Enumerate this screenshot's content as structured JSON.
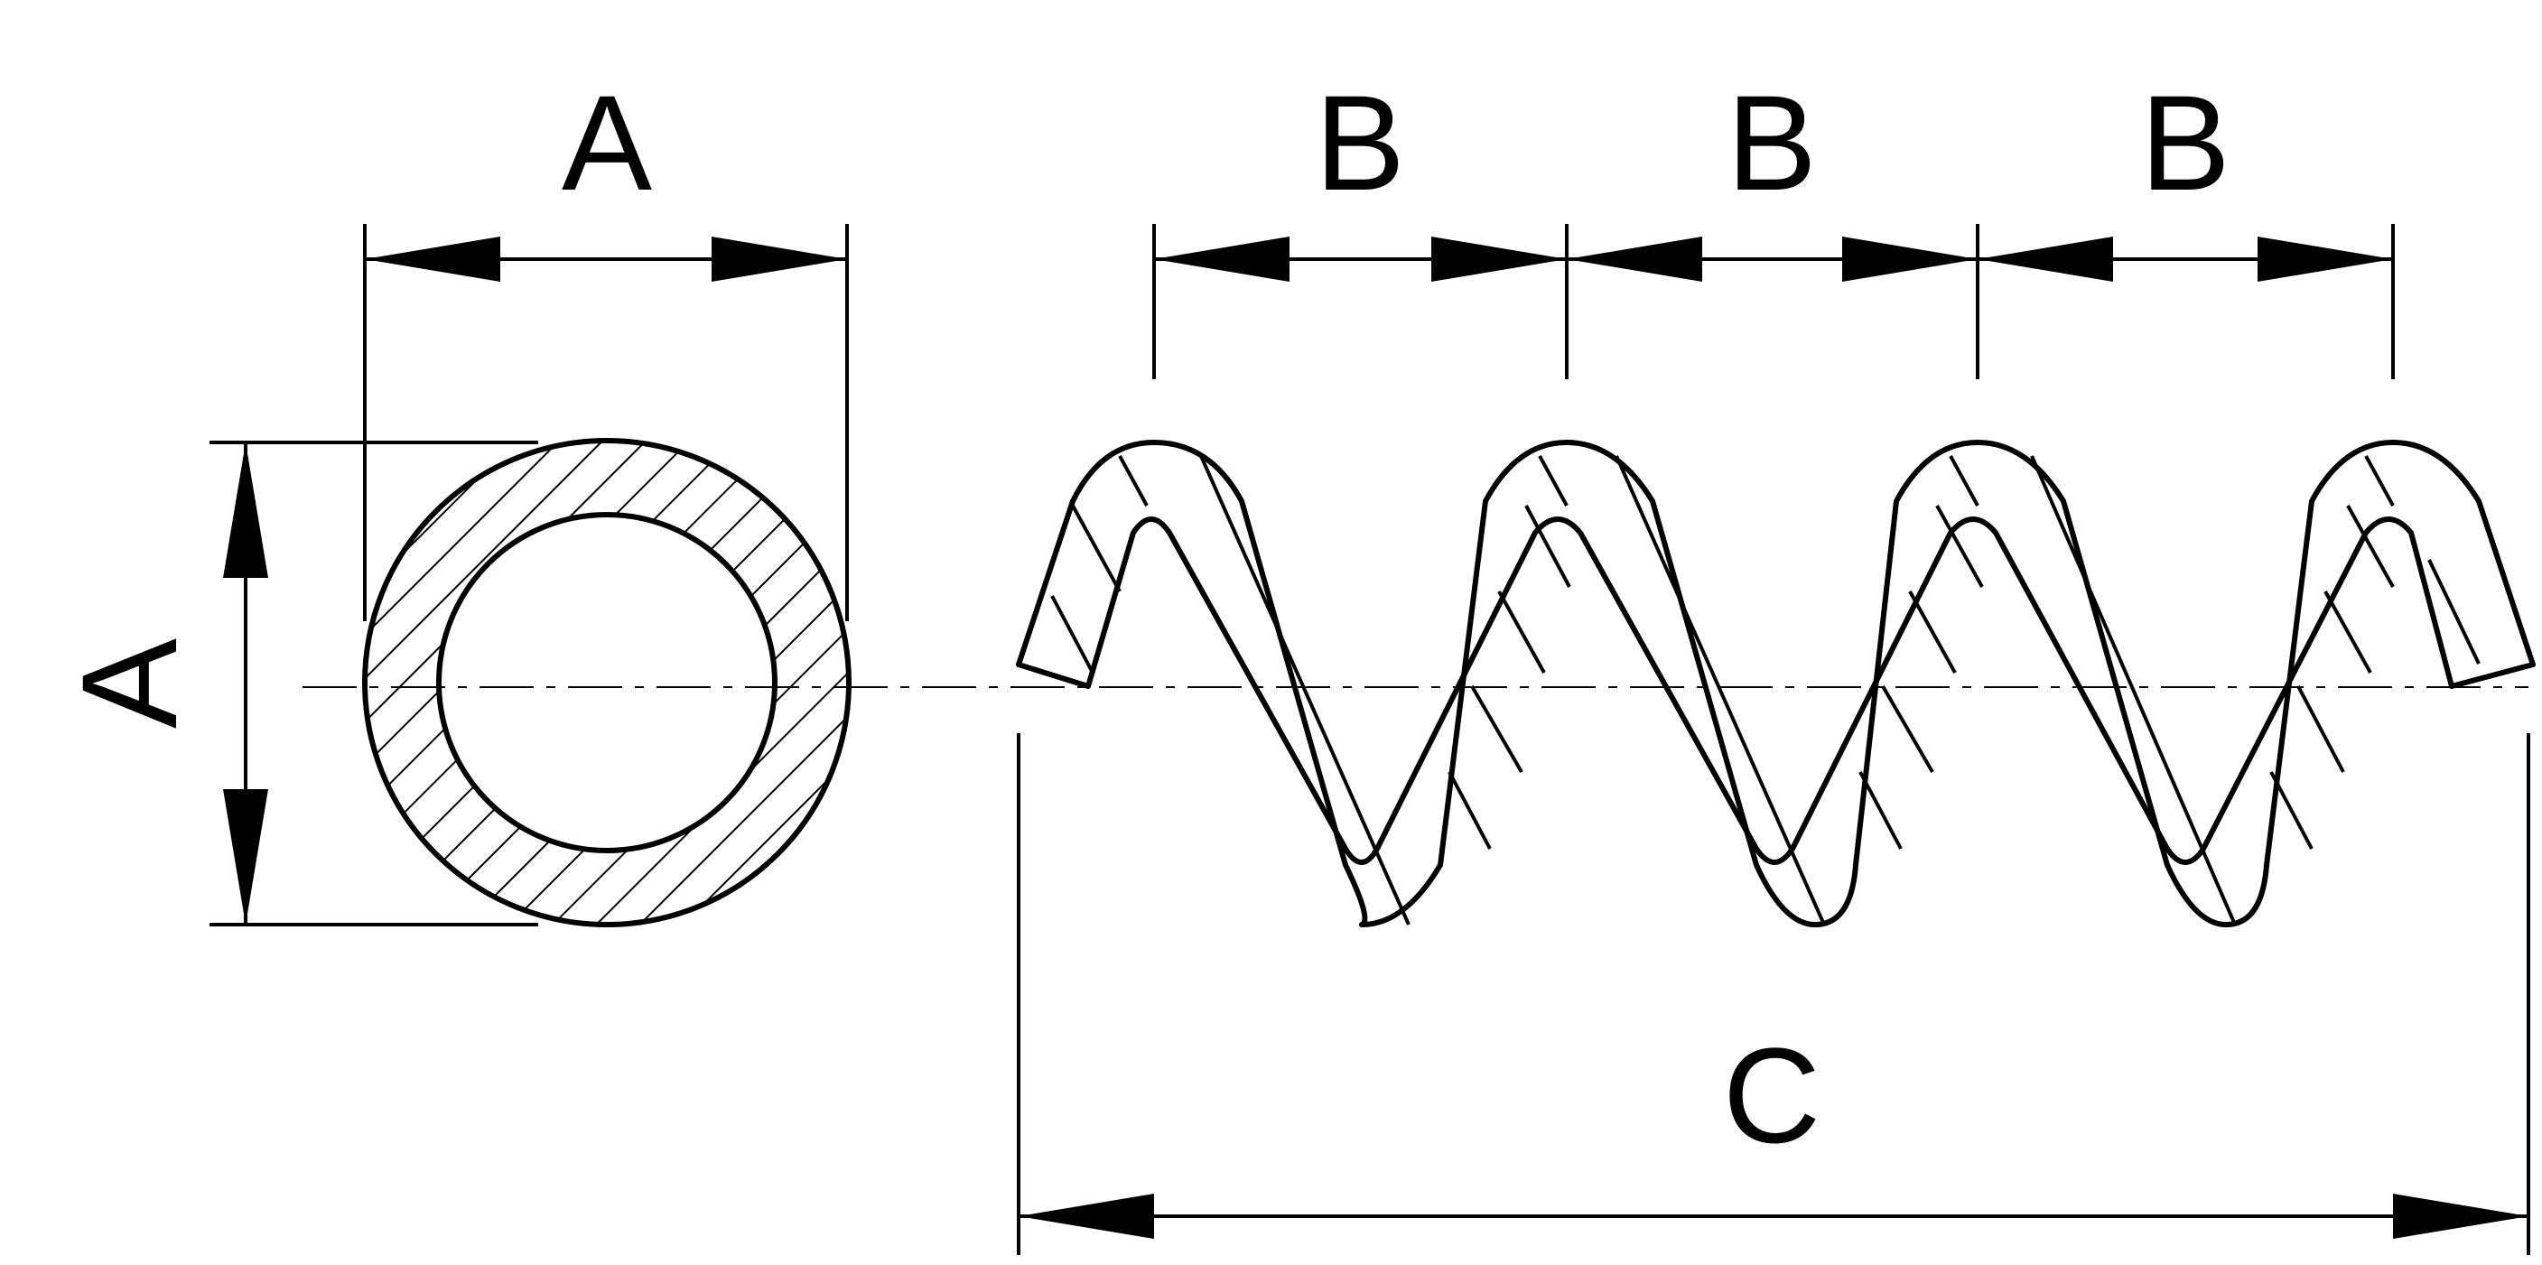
{
  "labels": {
    "wire_diameter": "A",
    "cross_section_height": "A",
    "pitch_1": "B",
    "pitch_2": "B",
    "pitch_3": "B",
    "overall_length": "C"
  },
  "colors": {
    "line": "#000000",
    "background": "#ffffff"
  }
}
